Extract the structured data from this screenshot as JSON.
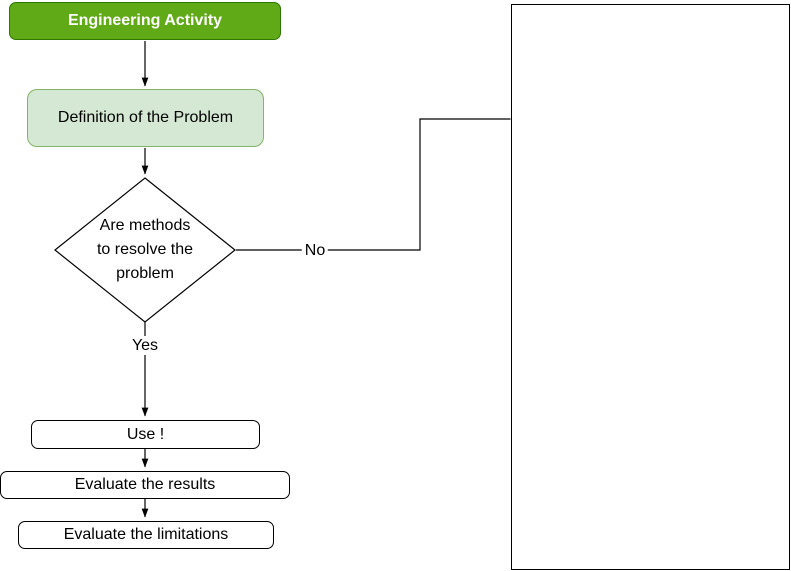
{
  "diagram": {
    "type": "flowchart",
    "nodes": {
      "start": {
        "label": "Engineering Activity",
        "shape": "rounded-rectangle",
        "fill": "#60a917",
        "stroke": "#2d7600",
        "text_color": "#ffffff"
      },
      "definition": {
        "label": "Definition of the Problem",
        "shape": "rounded-rectangle",
        "fill": "#d5e8d4",
        "stroke": "#82b366",
        "text_color": "#000000"
      },
      "decision": {
        "label": "Are methods to resolve the problem",
        "lines": [
          "Are methods",
          "to resolve the",
          "problem"
        ],
        "shape": "diamond",
        "fill": "#ffffff",
        "stroke": "#000000",
        "text_color": "#000000"
      },
      "use": {
        "label": "Use !",
        "shape": "rounded-rectangle",
        "fill": "#ffffff",
        "stroke": "#000000",
        "text_color": "#000000"
      },
      "evaluate_results": {
        "label": "Evaluate the results",
        "shape": "rounded-rectangle",
        "fill": "#ffffff",
        "stroke": "#000000",
        "text_color": "#000000"
      },
      "evaluate_limitations": {
        "label": "Evaluate the limitations",
        "shape": "rounded-rectangle",
        "fill": "#ffffff",
        "stroke": "#000000",
        "text_color": "#000000"
      },
      "side_panel": {
        "label": "",
        "shape": "rectangle",
        "fill": "#ffffff",
        "stroke": "#000000"
      }
    },
    "edges": {
      "yes_label": "Yes",
      "no_label": "No"
    }
  }
}
